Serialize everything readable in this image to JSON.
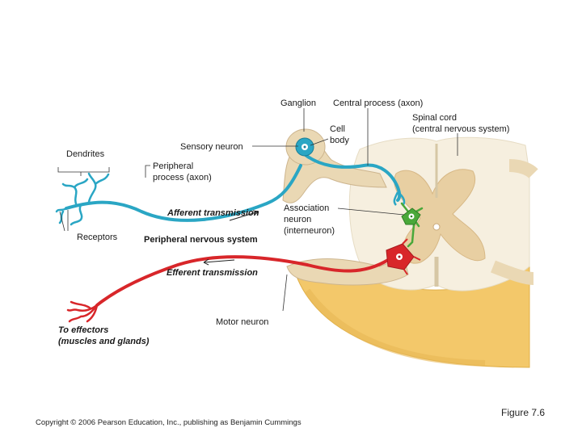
{
  "labels": {
    "ganglion": "Ganglion",
    "central_process": "Central process (axon)",
    "spinal_cord_1": "Spinal cord",
    "spinal_cord_2": "(central nervous system)",
    "cell_body_1": "Cell",
    "cell_body_2": "body",
    "sensory_neuron": "Sensory neuron",
    "dendrites": "Dendrites",
    "peripheral_process_1": "Peripheral",
    "peripheral_process_2": "process (axon)",
    "afferent": "Afferent transmission",
    "association_1": "Association",
    "association_2": "neuron",
    "association_3": "(interneuron)",
    "receptors": "Receptors",
    "pns": "Peripheral nervous system",
    "efferent": "Efferent transmission",
    "motor_neuron": "Motor neuron",
    "effectors_1": "To effectors",
    "effectors_2": "(muscles and glands)"
  },
  "footer": {
    "copyright": "Copyright © 2006 Pearson Education, Inc., publishing as Benjamin Cummings",
    "figure": "Figure 7.6"
  },
  "colors": {
    "sensory": "#2aa6c4",
    "motor": "#d8262a",
    "interneuron": "#4aa83a",
    "nerve_sheath": "#ead8b4",
    "grey_matter": "#e8cfa2",
    "white_matter": "#f6efdf",
    "cut_surface": "#f3c86a"
  }
}
